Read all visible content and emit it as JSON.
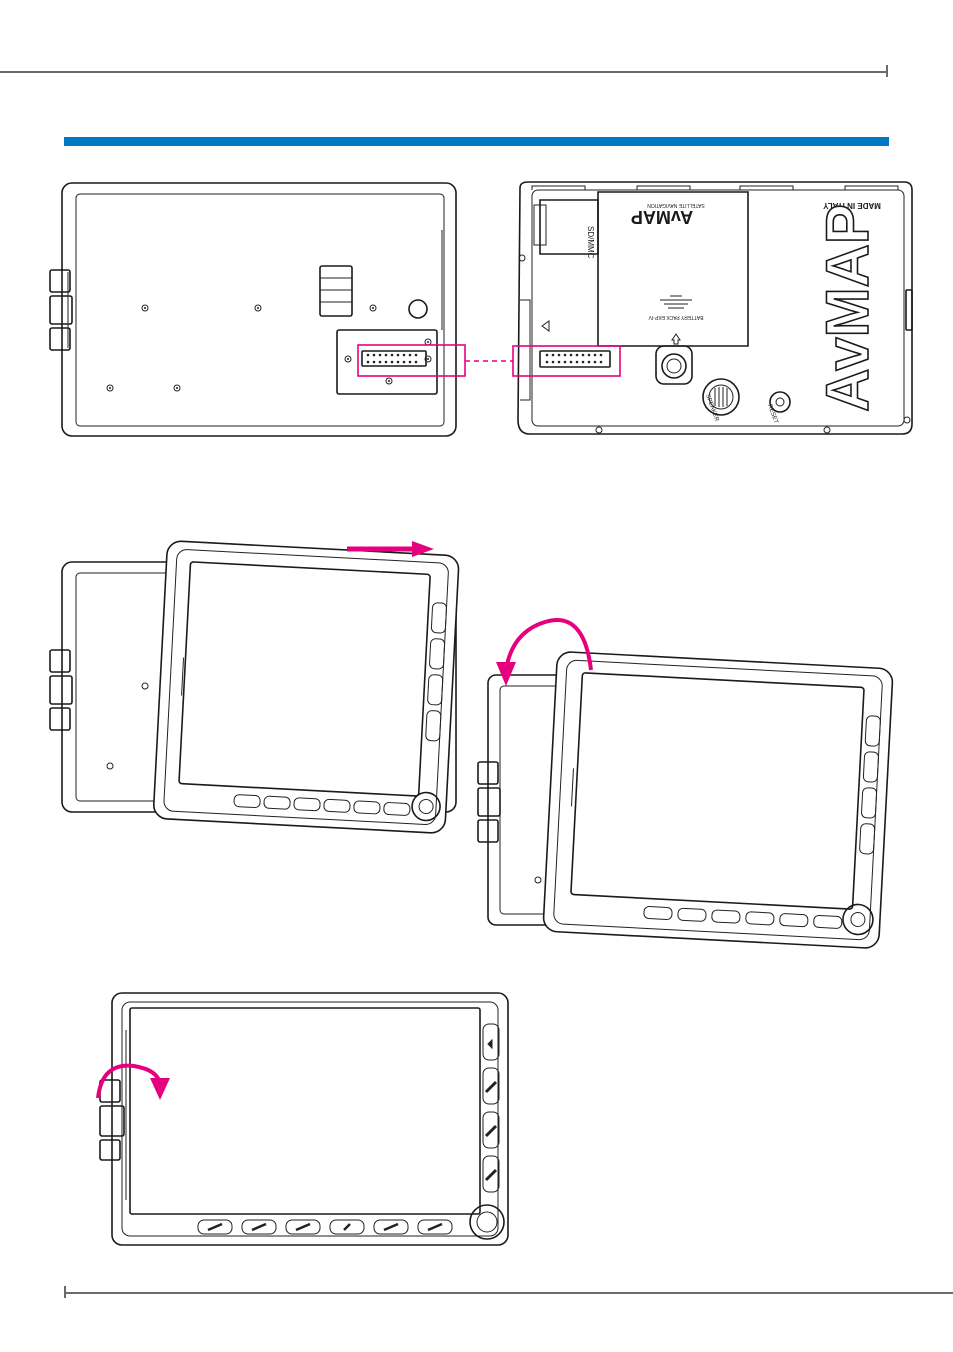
{
  "page": {
    "rules_color": "#6b6b6b",
    "section_bar_color": "#0077c0",
    "highlight_color": "#e6007e"
  },
  "device_back": {
    "brand": "AvMAP",
    "brand_small": "AvMAP",
    "subtitle": "SATELLITE NAVIGATION",
    "made_in": "MADE IN ITALY",
    "battery_label": "BATTERY PACK EKP-IV",
    "card_label": "SD/MMC",
    "speaker_label": "SPEAKER",
    "reset_label": "RESET"
  },
  "arrows": {
    "step1": "arrow-right",
    "step2": "arrow-rotate-counterclockwise",
    "step3": "arrow-rotate-clockwise"
  }
}
